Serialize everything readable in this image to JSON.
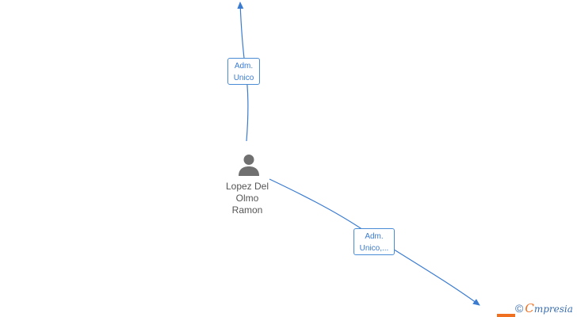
{
  "node": {
    "icon": "person-icon",
    "name_lines": [
      "Lopez Del",
      "Olmo",
      "Ramon"
    ]
  },
  "edges": [
    {
      "label_lines": [
        "Adm.",
        "Unico"
      ]
    },
    {
      "label_lines": [
        "Adm.",
        "Unico,..."
      ]
    }
  ],
  "watermark": {
    "copyright_symbol": "©",
    "brand_initial": "C",
    "brand_rest": "mpresia"
  },
  "colors": {
    "edge": "#3a7bd0",
    "node_icon": "#707070",
    "brand_orange": "#f07022"
  }
}
